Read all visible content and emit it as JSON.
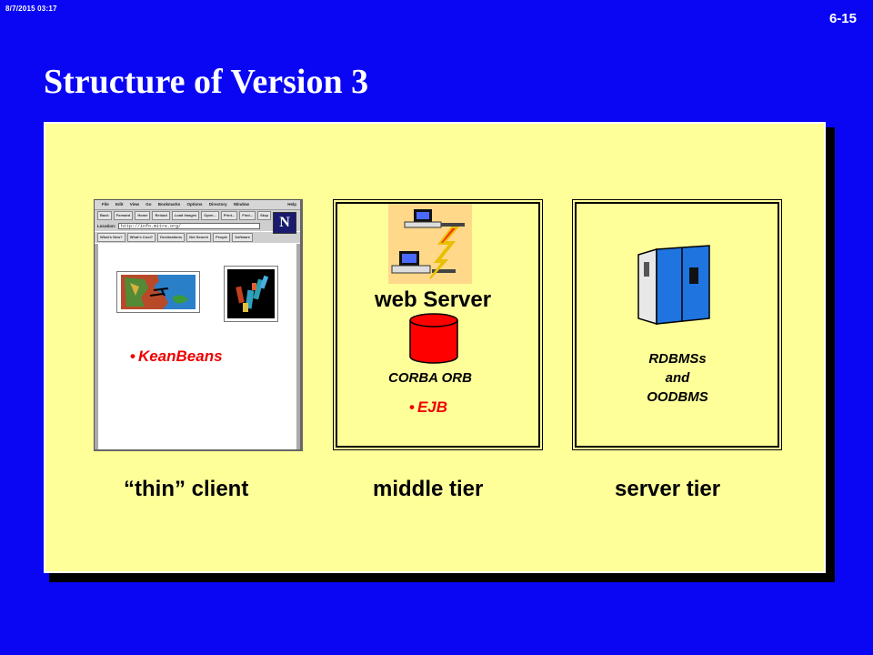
{
  "slide": {
    "timestamp": "8/7/2015   03:17",
    "number": "6-15",
    "title": "Structure of Version 3"
  },
  "browser": {
    "menu": [
      "File",
      "Edit",
      "View",
      "Go",
      "Bookmarks",
      "Options",
      "Directory",
      "Window",
      "Help"
    ],
    "toolbar_buttons": [
      "Back",
      "Forward",
      "Home",
      "Reload",
      "Load Images",
      "Open...",
      "Print...",
      "Find...",
      "Stop"
    ],
    "location_label": "Location:",
    "location_url": "http://info.mitre.org/",
    "directory_buttons": [
      "What's New?",
      "What's Cool?",
      "Destinations",
      "Net Search",
      "People",
      "Software"
    ],
    "logo_letter": "N"
  },
  "client": {
    "component": "KeanBeans",
    "tier_label": "“thin” client"
  },
  "middle": {
    "web_server": "web Server",
    "orb": "CORBA  ORB",
    "component": "EJB",
    "tier_label": "middle tier"
  },
  "server": {
    "db_label_lines": [
      "RDBMSs",
      "and",
      "OODBMS"
    ],
    "tier_label": "server tier"
  },
  "colors": {
    "background": "#0a06f4",
    "panel": "#ffff9a",
    "accent_red": "#e00000",
    "cabinet_blue": "#1f74e0"
  }
}
